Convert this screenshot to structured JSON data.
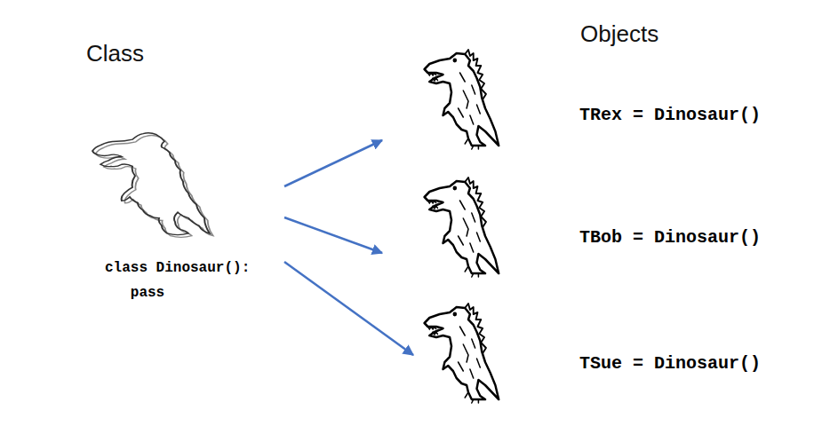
{
  "diagram": {
    "nodes": [
      {
        "text": [
          "class Dinosaur(): pass"
        ]
      },
      {
        "text": [
          "TRex = Dinosaur()"
        ]
      },
      {
        "text": [
          "TBob = Dinosaur()"
        ]
      },
      {
        "text": [
          "TSue = Dinosaur()"
        ]
      }
    ],
    "edges": [
      {
        "from": 0,
        "to": 1,
        "arrow": "to"
      },
      {
        "from": 0,
        "to": 2,
        "arrow": "to"
      },
      {
        "from": 0,
        "to": 3,
        "arrow": "to"
      }
    ],
    "labels": [
      "Class",
      "Objects"
    ]
  }
}
